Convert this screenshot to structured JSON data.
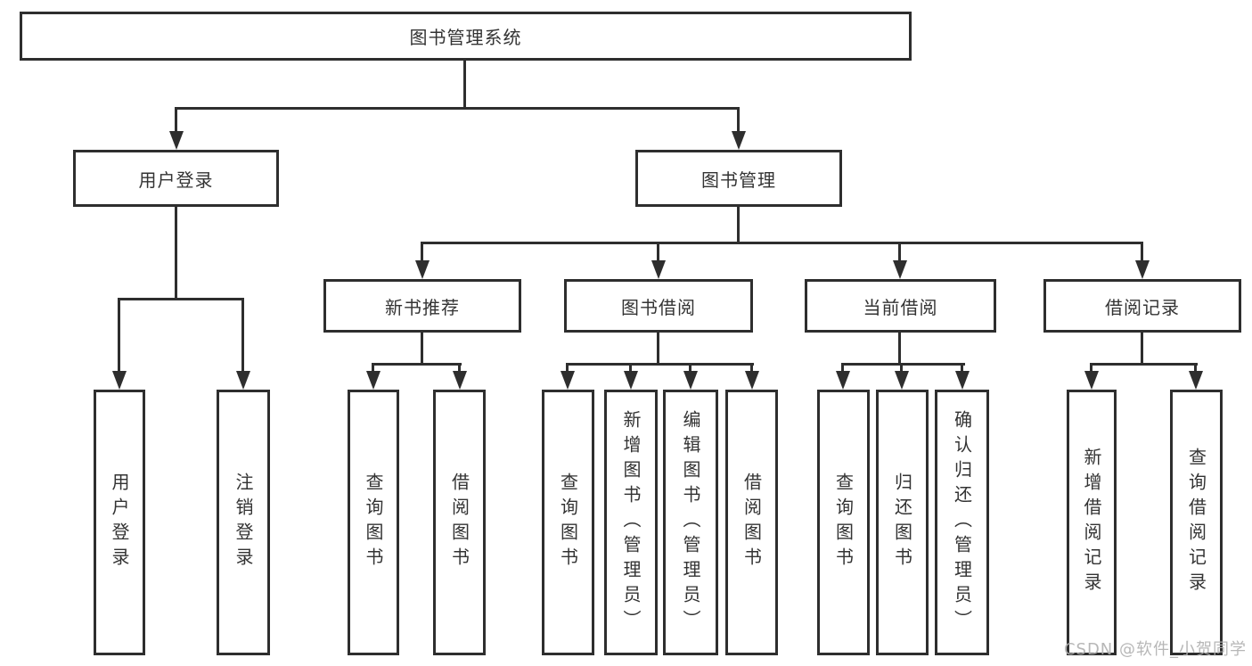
{
  "diagram": {
    "title_node": {
      "label": "图书管理系统"
    },
    "level2": [
      {
        "label": "用户登录"
      },
      {
        "label": "图书管理"
      }
    ],
    "level3": [
      {
        "label": "新书推荐"
      },
      {
        "label": "图书借阅"
      },
      {
        "label": "当前借阅"
      },
      {
        "label": "借阅记录"
      }
    ],
    "leaves": {
      "login": [
        "用户登录",
        "注销登录"
      ],
      "newbook": [
        "查询图书",
        "借阅图书"
      ],
      "borrow": [
        "查询图书",
        "新增图书（管理员）",
        "编辑图书（管理员）",
        "借阅图书"
      ],
      "current": [
        "查询图书",
        "归还图书",
        "确认归还（管理员）"
      ],
      "records": [
        "新增借阅记录",
        "查询借阅记录"
      ]
    },
    "colors": {
      "line": "#2e2e2e",
      "text": "#333333",
      "background": "#ffffff",
      "watermark": "#afafaf"
    }
  },
  "watermark": {
    "text": "CSDN @软件_小贺同学"
  }
}
